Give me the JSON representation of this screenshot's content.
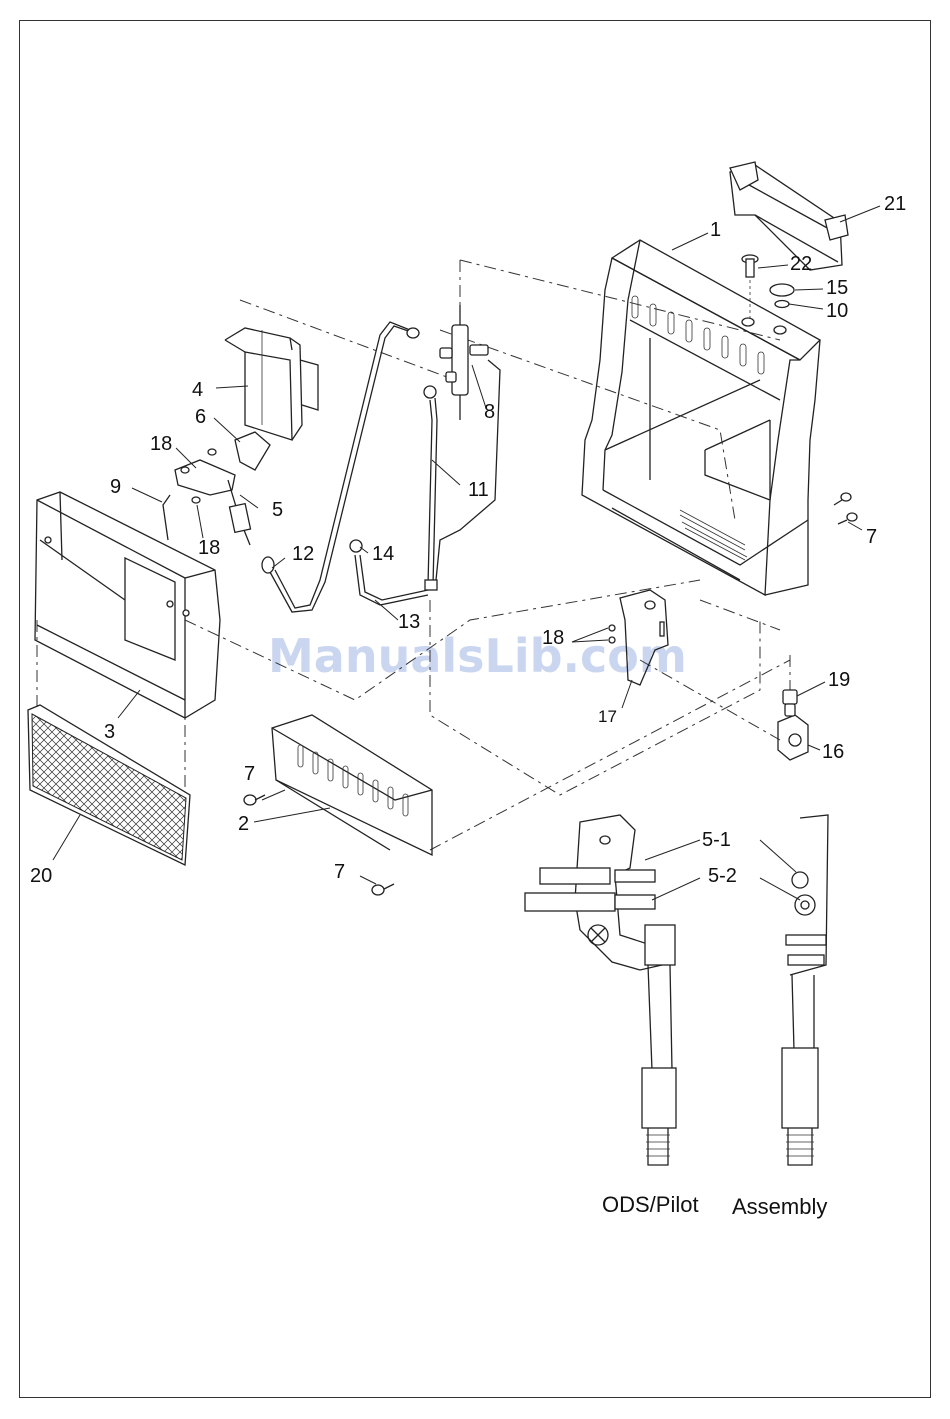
{
  "callouts": {
    "c1": "1",
    "c2": "2",
    "c3": "3",
    "c4": "4",
    "c5": "5",
    "c6": "6",
    "c7a": "7",
    "c7b": "7",
    "c7c": "7",
    "c8": "8",
    "c9": "9",
    "c10": "10",
    "c11": "11",
    "c12": "12",
    "c13": "13",
    "c14": "14",
    "c15": "15",
    "c16": "16",
    "c17": "17",
    "c18a": "18",
    "c18b": "18",
    "c18c": "18",
    "c19": "19",
    "c20": "20",
    "c21": "21",
    "c22": "22",
    "c51": "5-1",
    "c52": "5-2"
  },
  "caption": {
    "left": "ODS/Pilot",
    "right": "Assembly"
  },
  "watermark": "ManualsLib.com"
}
